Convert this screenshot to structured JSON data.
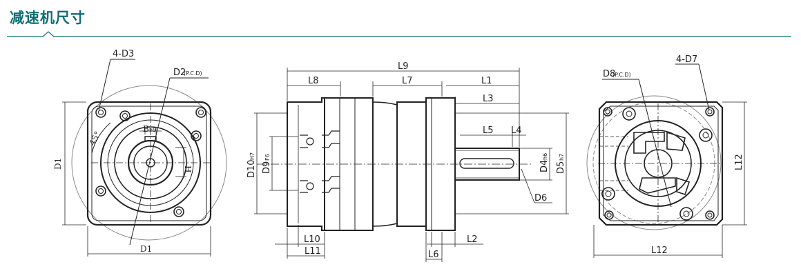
{
  "header": {
    "title": "减速机尺寸",
    "accent_color": "#0e6e73"
  },
  "front_view": {
    "labels": {
      "holes": "4-D3",
      "pcd": "D2",
      "pcd_sub": "(P.C.D)",
      "angle": "45°",
      "key_width": "B",
      "key_width_sub": "h9",
      "key_height": "H",
      "flange_v": "D1",
      "flange_h": "D1"
    }
  },
  "side_view": {
    "labels": {
      "l9": "L9",
      "l8": "L8",
      "l7": "L7",
      "l1": "L1",
      "l3": "L3",
      "l5": "L5",
      "l4": "L4",
      "d10": "D10",
      "d10_sub": "H7",
      "d9": "D9",
      "d9_sub": "F6",
      "d4": "D4",
      "d4_sub": "h6",
      "d5": "D5",
      "d5_sub": "h7",
      "d6": "D6",
      "l10": "L10",
      "l11": "L11",
      "l2": "L2",
      "l6": "L6"
    }
  },
  "rear_view": {
    "labels": {
      "pcd": "D8",
      "pcd_sub": "(P.C.D)",
      "holes": "4-D7",
      "l12_v": "L12",
      "l12_h": "L12"
    }
  }
}
